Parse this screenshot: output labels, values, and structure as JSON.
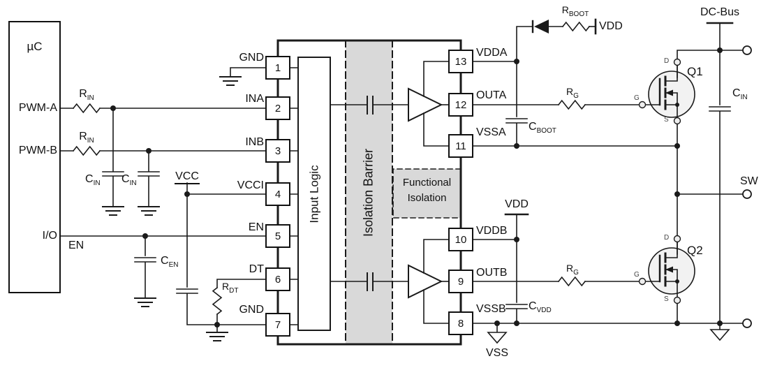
{
  "colors": {
    "wire": "#1a1a1a",
    "isolation_fill": "#d9d9d9",
    "mosfet_fill": "#f2f2f2",
    "background": "#ffffff"
  },
  "mcu": {
    "title": "µC",
    "pwm_a": "PWM-A",
    "pwm_b": "PWM-B",
    "io": "I/O",
    "en": "EN"
  },
  "ic": {
    "input_logic": "Input Logic",
    "isolation_barrier": "Isolation Barrier",
    "functional_isolation": {
      "line1": "Functional",
      "line2": "Isolation"
    },
    "left_pins": [
      {
        "num": "1",
        "name": "GND"
      },
      {
        "num": "2",
        "name": "INA"
      },
      {
        "num": "3",
        "name": "INB"
      },
      {
        "num": "4",
        "name": "VCCI"
      },
      {
        "num": "5",
        "name": "EN"
      },
      {
        "num": "6",
        "name": "DT"
      },
      {
        "num": "7",
        "name": "GND"
      }
    ],
    "right_pins": [
      {
        "num": "13",
        "name": "VDDA"
      },
      {
        "num": "12",
        "name": "OUTA"
      },
      {
        "num": "11",
        "name": "VSSA"
      },
      {
        "num": "10",
        "name": "VDDB"
      },
      {
        "num": "9",
        "name": "OUTB"
      },
      {
        "num": "8",
        "name": "VSSB"
      }
    ]
  },
  "components": {
    "rin": {
      "main": "R",
      "sub": "IN"
    },
    "cin": {
      "main": "C",
      "sub": "IN"
    },
    "cen": {
      "main": "C",
      "sub": "EN"
    },
    "rdt": {
      "main": "R",
      "sub": "DT"
    },
    "rboot": {
      "main": "R",
      "sub": "BOOT"
    },
    "cboot": {
      "main": "C",
      "sub": "BOOT"
    },
    "rg": {
      "main": "R",
      "sub": "G"
    },
    "cvdd": {
      "main": "C",
      "sub": "VDD"
    },
    "cin_bus": {
      "main": "C",
      "sub": "IN"
    }
  },
  "power": {
    "vcc": "VCC",
    "vdd": "VDD",
    "vss": "VSS",
    "dc_bus": "DC-Bus",
    "sw": "SW"
  },
  "transistors": {
    "q1": "Q1",
    "q2": "Q2",
    "gate": "G",
    "drain": "D",
    "source": "S"
  }
}
